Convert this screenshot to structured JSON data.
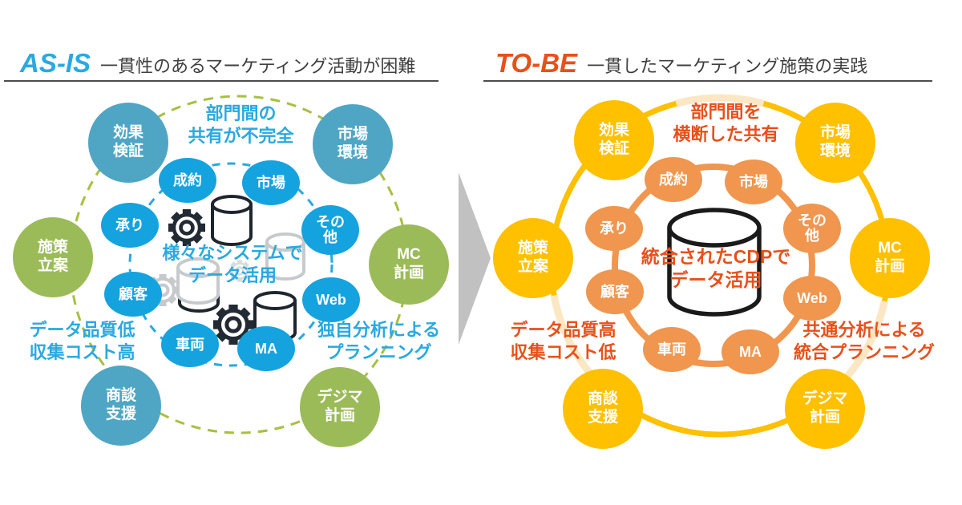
{
  "panels": {
    "left": {
      "tag": "AS-IS",
      "title": "一貫性のあるマーケティング活動が困難",
      "top_label": "部門間の\n共有が不完全",
      "left_label": "データ品質低\n収集コスト高",
      "right_label": "独自分析による\nプランニング",
      "center_label": "様々なシステムで\nデータ活用",
      "outer_nodes": [
        {
          "label": "効果\n検証"
        },
        {
          "label": "市場\n環境"
        },
        {
          "label": "MC\n計画"
        },
        {
          "label": "デジマ\n計画"
        },
        {
          "label": "商談\n支援"
        },
        {
          "label": "施策\n立案"
        }
      ],
      "inner_nodes": [
        {
          "label": "成約"
        },
        {
          "label": "市場"
        },
        {
          "label": "その\n他"
        },
        {
          "label": "Web"
        },
        {
          "label": "MA"
        },
        {
          "label": "車両"
        },
        {
          "label": "顧客"
        },
        {
          "label": "承り"
        }
      ]
    },
    "right": {
      "tag": "TO-BE",
      "title": "一貫したマーケティング施策の実践",
      "top_label": "部門間を\n横断した共有",
      "left_label": "データ品質高\n収集コスト低",
      "right_label": "共通分析による\n統合プランニング",
      "center_label": "統合されたCDPで\nデータ活用",
      "outer_nodes": [
        {
          "label": "効果\n検証"
        },
        {
          "label": "市場\n環境"
        },
        {
          "label": "MC\n計画"
        },
        {
          "label": "デジマ\n計画"
        },
        {
          "label": "商談\n支援"
        },
        {
          "label": "施策\n立案"
        }
      ],
      "inner_nodes": [
        {
          "label": "成約"
        },
        {
          "label": "市場"
        },
        {
          "label": "その\n他"
        },
        {
          "label": "Web"
        },
        {
          "label": "MA"
        },
        {
          "label": "車両"
        },
        {
          "label": "顧客"
        },
        {
          "label": "承り"
        }
      ]
    }
  },
  "colors": {
    "teal": "#4FA6C4",
    "green": "#9BBB59",
    "blue": "#14A3DE",
    "blue_text": "#29A9E1",
    "yellow": "#FFC000",
    "orange": "#F0964E",
    "orange_text": "#E8501A",
    "title_gray": "#3F3F3F",
    "arrow_gray": "#C1C1C1"
  }
}
